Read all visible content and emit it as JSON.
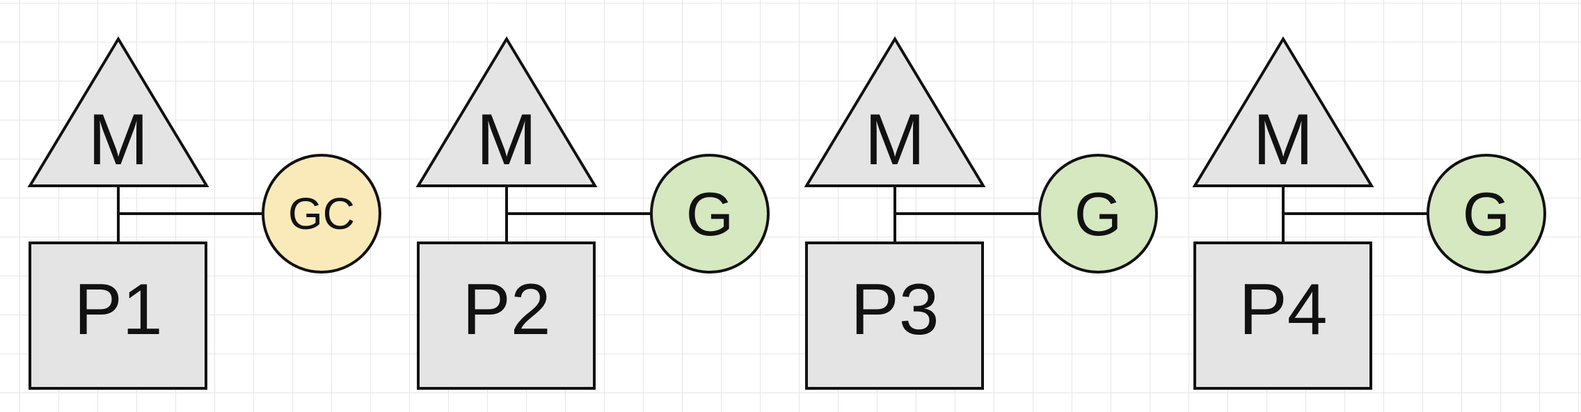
{
  "diagram": {
    "units": [
      {
        "machine_label": "M",
        "processor_label": "P1",
        "goroutine_label": "GC",
        "goroutine_kind": "gc"
      },
      {
        "machine_label": "M",
        "processor_label": "P2",
        "goroutine_label": "G",
        "goroutine_kind": "g"
      },
      {
        "machine_label": "M",
        "processor_label": "P3",
        "goroutine_label": "G",
        "goroutine_kind": "g"
      },
      {
        "machine_label": "M",
        "processor_label": "P4",
        "goroutine_label": "G",
        "goroutine_kind": "g"
      }
    ],
    "colors": {
      "shape_fill": "#e4e4e4",
      "stroke": "#111111",
      "gc_fill": "#faeab9",
      "g_fill": "#d5e8c0"
    }
  }
}
